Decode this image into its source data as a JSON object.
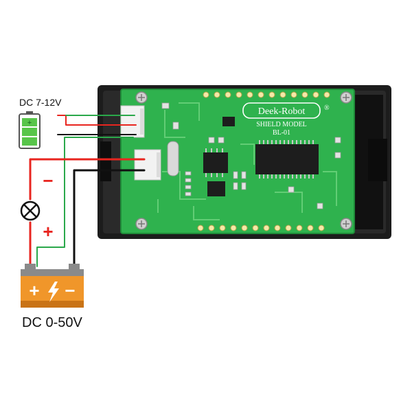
{
  "labels": {
    "supply_voltage": "DC 7-12V",
    "measure_voltage": "DC 0-50V",
    "minus_sign": "−",
    "plus_sign": "+"
  },
  "board": {
    "brand": "Deek-Robot",
    "model_line1": "SHIELD MODEL",
    "model_line2": "BL-01",
    "registered_mark": "®"
  },
  "battery_terminals": {
    "plus": "+",
    "minus": "−"
  },
  "colors": {
    "wire_red": "#e8251f",
    "wire_green": "#2aa84a",
    "wire_black": "#111111",
    "pcb_green": "#2fb24e",
    "enclosure": "#1c1c1c",
    "battery_orange": "#f0962a",
    "battery_gray": "#8a8a8a",
    "cell_green": "#58c54a"
  },
  "icons": {
    "lamp": "lamp-icon",
    "lightning": "lightning-icon",
    "supply_battery": "battery-cell-icon"
  }
}
